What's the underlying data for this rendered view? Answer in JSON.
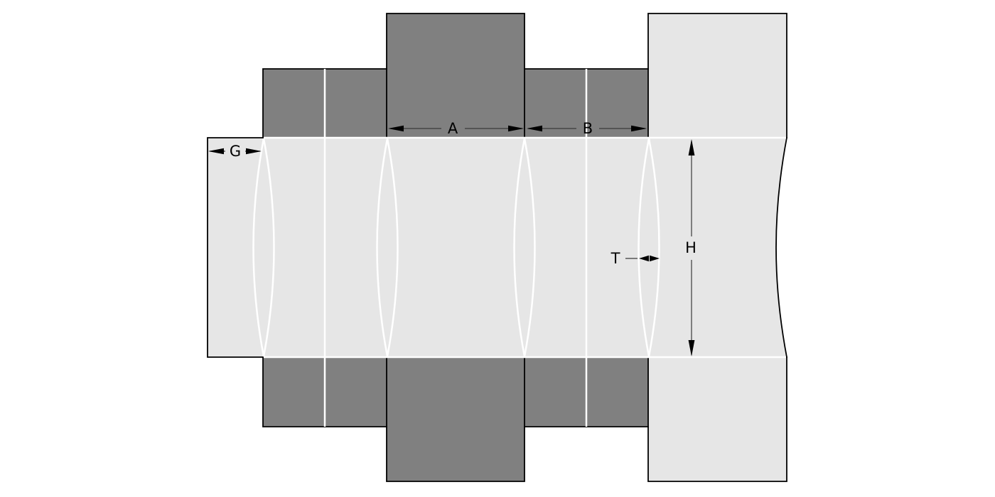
{
  "diagram": {
    "kind": "carton-dieline-with-dimension-callouts",
    "labels": {
      "g": "G",
      "a": "A",
      "b": "B",
      "h": "H",
      "t": "T"
    },
    "colors": {
      "background": "#ffffff",
      "flap_fill": "#808080",
      "panel_fill": "#e6e6e6",
      "cut_line": "#000000",
      "crease_line": "#ffffff",
      "dimension_line": "#3a3a3a",
      "dimension_arrow": "#000000",
      "label_text": "#000000"
    }
  }
}
